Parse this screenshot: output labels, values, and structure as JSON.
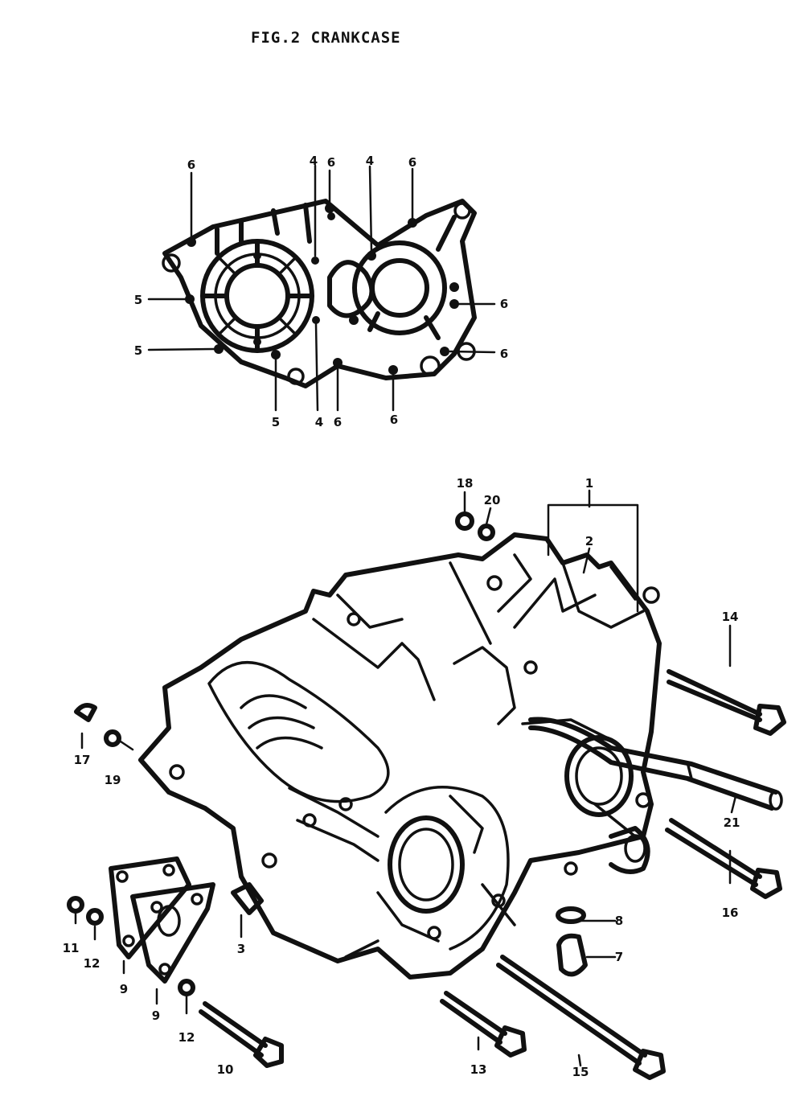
{
  "title": "FIG.2  CRANKCASE",
  "callouts": {
    "top_6a": "6",
    "top_4a": "4",
    "top_6b": "6",
    "top_4b": "4",
    "top_6c": "6",
    "left_5a": "5",
    "left_5b": "5",
    "right_6a": "6",
    "right_6b": "6",
    "bottom_5": "5",
    "bottom_4": "4",
    "bottom_6a": "6",
    "bottom_6b": "6",
    "p1": "1",
    "p2": "2",
    "p3": "3",
    "p7": "7",
    "p8": "8",
    "p9a": "9",
    "p9b": "9",
    "p10": "10",
    "p11": "11",
    "p12a": "12",
    "p12b": "12",
    "p13": "13",
    "p14": "14",
    "p15": "15",
    "p16": "16",
    "p17": "17",
    "p18": "18",
    "p19": "19",
    "p20": "20",
    "p21": "21"
  }
}
